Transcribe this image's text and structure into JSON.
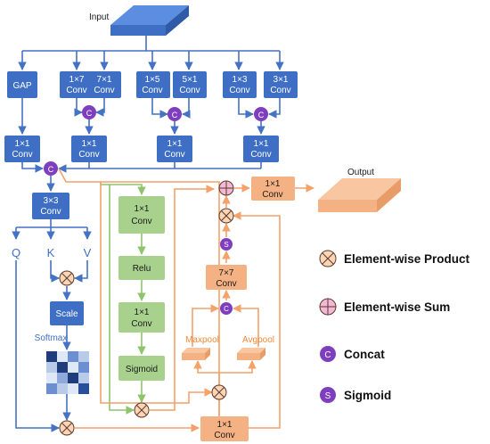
{
  "input_label": "Input",
  "output_label": "Output",
  "gap_label": "GAP",
  "conv_1x7": [
    "1×7",
    "Conv"
  ],
  "conv_7x1": [
    "7×1",
    "Conv"
  ],
  "conv_1x5": [
    "1×5",
    "Conv"
  ],
  "conv_5x1": [
    "5×1",
    "Conv"
  ],
  "conv_1x3": [
    "1×3",
    "Conv"
  ],
  "conv_3x1": [
    "3×1",
    "Conv"
  ],
  "conv_1x1": [
    "1×1",
    "Conv"
  ],
  "conv_3x3": [
    "3×3",
    "Conv"
  ],
  "conv_7x7": [
    "7×7",
    "Conv"
  ],
  "concat_symbol": "C",
  "sigmoid_symbol": "S",
  "q_label": "Q",
  "k_label": "K",
  "v_label": "V",
  "scale_label": "Scale",
  "softmax_label": "Softmax",
  "relu_label": "Relu",
  "sigmoid_label": "Sigmoid",
  "maxpool_label": "Maxpool",
  "avgpool_label": "Avgpool",
  "legend": {
    "product": "Element-wise Product",
    "sum": "Element-wise Sum",
    "concat": "Concat",
    "sigmoid": "Sigmoid"
  },
  "colors": {
    "blue_box": "#3f6fc4",
    "blue_line": "#4472c4",
    "green_box": "#a9d18e",
    "green_line": "#8fc46e",
    "orange_box": "#f4b183",
    "orange_line": "#f4a26a",
    "purple": "#7e3fbf",
    "product_fill": "#fbd5b5",
    "sum_fill": "#f2b8d6"
  }
}
